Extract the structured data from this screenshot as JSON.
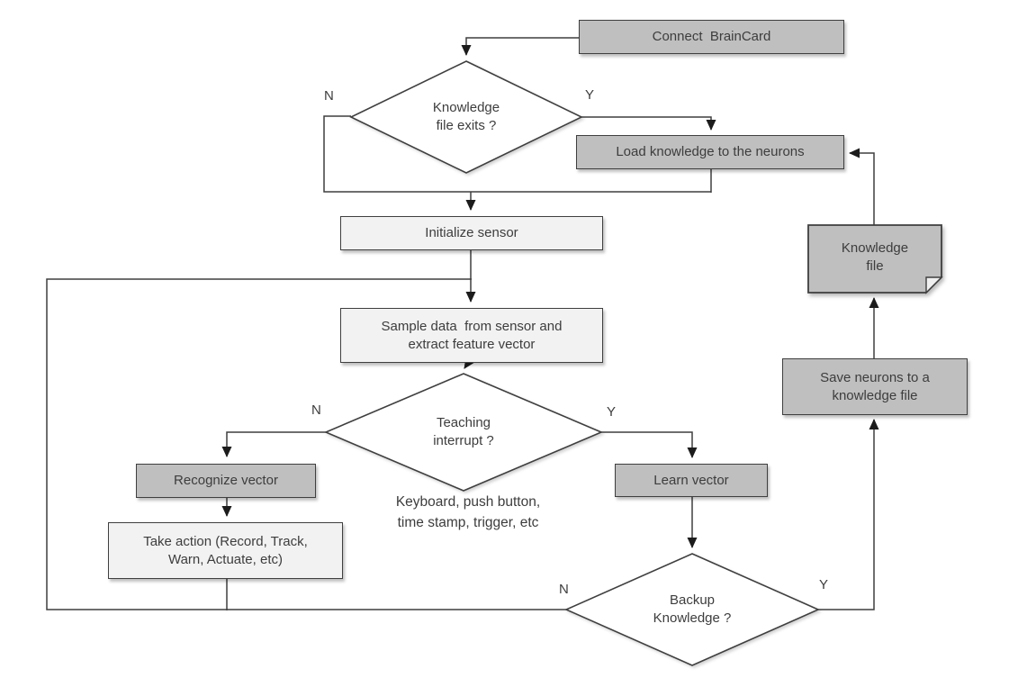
{
  "colors": {
    "node_fill_dark": "#bfbfbf",
    "node_fill_light": "#f2f2f2",
    "node_border": "#3f3f3f",
    "connector": "#3f3f3f",
    "arrow": "#1c1c1c",
    "background": "#ffffff",
    "text": "#3d3d3d",
    "document_fold": "#f0f0f0"
  },
  "nodes": {
    "connect_braincard": {
      "type": "process",
      "label": "Connect  BrainCard"
    },
    "knowledge_file_exists": {
      "type": "decision",
      "label": "Knowledge\nfile exits ?",
      "n_label": "N",
      "y_label": "Y"
    },
    "load_knowledge": {
      "type": "process",
      "label": "Load knowledge to the neurons"
    },
    "initialize_sensor": {
      "type": "process",
      "label": "Initialize sensor"
    },
    "sample_data": {
      "type": "process",
      "label": "Sample data  from sensor and\nextract feature vector"
    },
    "teaching_interrupt": {
      "type": "decision",
      "label": "Teaching\ninterrupt ?",
      "n_label": "N",
      "y_label": "Y"
    },
    "recognize_vector": {
      "type": "process",
      "label": "Recognize vector"
    },
    "take_action": {
      "type": "process",
      "label": "Take action (Record, Track,\nWarn, Actuate, etc)"
    },
    "learn_vector": {
      "type": "process",
      "label": "Learn vector"
    },
    "backup_knowledge": {
      "type": "decision",
      "label": "Backup\nKnowledge ?",
      "n_label": "N",
      "y_label": "Y"
    },
    "save_neurons": {
      "type": "process",
      "label": "Save neurons to a\nknowledge file"
    },
    "knowledge_file": {
      "type": "document",
      "label": "Knowledge\nfile"
    }
  },
  "annotations": {
    "teaching_sources": {
      "text": "Keyboard, push button,\ntime stamp, trigger, etc"
    }
  }
}
